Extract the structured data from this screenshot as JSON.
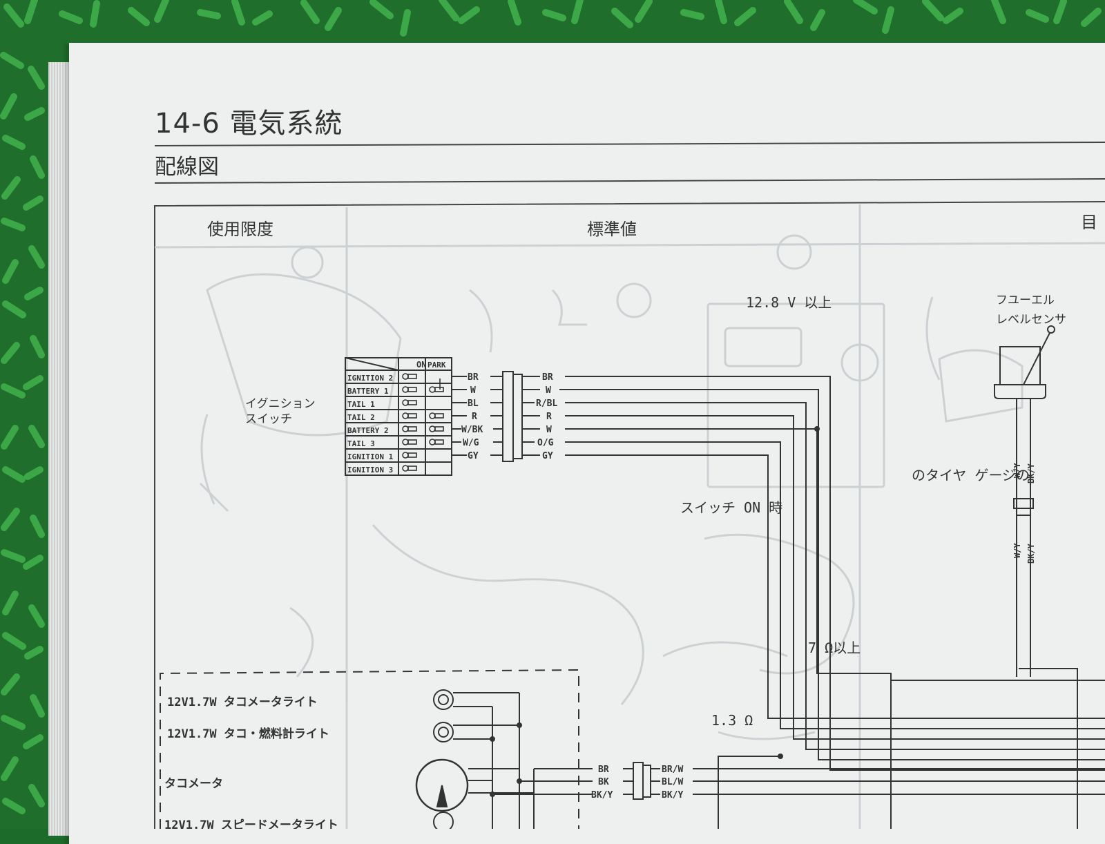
{
  "document": {
    "section_heading": "14-6 電気系統",
    "subheading": "配線図"
  },
  "ignition_switch": {
    "label_line1": "イグニション",
    "label_line2": "スイッチ",
    "col_on": "ON",
    "col_park": "PARK",
    "rows": [
      "IGNITION 2",
      "BATTERY 1",
      "TAIL 1",
      "TAIL 2",
      "BATTERY 2",
      "TAIL 3",
      "IGNITION 1",
      "IGNITION 3"
    ],
    "wires_left": [
      "BR",
      "W",
      "BL",
      "R",
      "W/BK",
      "W/G",
      "GY"
    ],
    "wires_right": [
      "BR",
      "W",
      "R/BL",
      "R",
      "W",
      "O/G",
      "GY"
    ]
  },
  "fuel_sensor": {
    "label_line1": "フユーエル",
    "label_line2": "レベルセンサ",
    "wire_a": "W/Y",
    "wire_b": "BK/Y"
  },
  "meter_box": {
    "items": [
      "12V1.7W タコメータライト",
      "12V1.7W タコ・燃料計ライト",
      "タコメータ",
      "12V1.7W スピードメータライト"
    ],
    "wires_left": [
      "BR",
      "BK",
      "BK/Y"
    ],
    "wires_right": [
      "BR/W",
      "BL/W",
      "BK/Y"
    ]
  },
  "colors": {
    "ink": "#333333",
    "faint": "#c9cdd0",
    "paper": "#eef0ef"
  }
}
